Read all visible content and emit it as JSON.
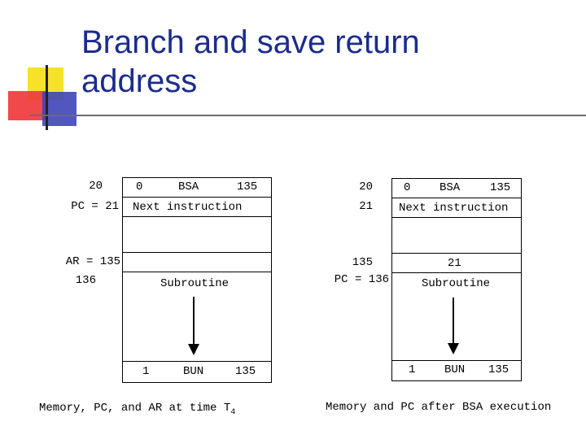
{
  "title": "Branch and save return address",
  "left": {
    "addresses": {
      "a20": "20",
      "pc": "PC = 21",
      "ar": "AR = 135",
      "a136": "136"
    },
    "row0": {
      "left": "0",
      "mid": "BSA",
      "right": "135"
    },
    "row1": "Next instruction",
    "row_sub": "Subroutine",
    "row_bun": {
      "left": "1",
      "mid": "BUN",
      "right": "135"
    },
    "caption": "Memory, PC, and AR at time T",
    "caption_sub": "4"
  },
  "right": {
    "addresses": {
      "a20": "20",
      "a21": "21",
      "a135": "135",
      "pc": "PC = 136"
    },
    "row0": {
      "left": "0",
      "mid": "BSA",
      "right": "135"
    },
    "row1": "Next instruction",
    "row_135": "21",
    "row_sub": "Subroutine",
    "row_bun": {
      "left": "1",
      "mid": "BUN",
      "right": "135"
    },
    "caption": "Memory and PC after BSA execution"
  }
}
